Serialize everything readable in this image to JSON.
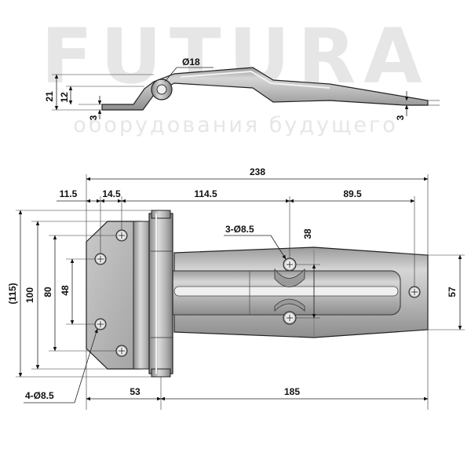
{
  "watermark": {
    "brand": "FUTURA",
    "tagline": "оборудования будущего"
  },
  "side_view": {
    "pin_diameter": "Ø18",
    "total_height": "21",
    "offset_height": "12",
    "left_thickness": "3",
    "right_thickness": "3"
  },
  "plan_view": {
    "overall_length": "238",
    "flap_hole_offset": "11.5",
    "flap_hole_pitch": "14.5",
    "strap_hole_offset": "114.5",
    "strap_end_hole_offset": "89.5",
    "strap_holes_callout": "3-Ø8.5",
    "strap_holes_pitch": "38",
    "strap_width": "57",
    "flap_overall_height": "(115)",
    "flap_height": "100",
    "flap_outer_holes_pitch": "80",
    "flap_inner_holes_pitch": "48",
    "flap_holes_callout": "4-Ø8.5",
    "flap_length": "53",
    "strap_length": "185"
  },
  "colors": {
    "watermark": "#e6e6e6",
    "metal_light": "#d8d8d8",
    "metal_mid": "#a9a9a9",
    "metal_dark": "#6f6f6f",
    "line": "#222222"
  }
}
